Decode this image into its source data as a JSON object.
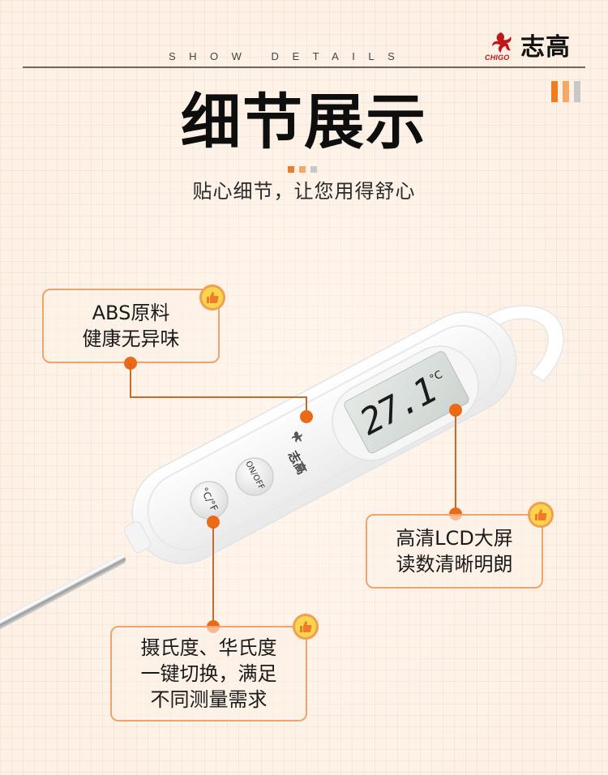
{
  "header": {
    "tagline": "SHOW DETAILS",
    "brand": {
      "name_cn": "志高",
      "name_en": "CHIGO",
      "mark_color": "#c0171c"
    },
    "deco_bar_colors": [
      "#ef7c22",
      "#f5a766",
      "#c8c8c8"
    ]
  },
  "hero": {
    "title": "细节展示",
    "dot_colors": [
      "#ef7c22",
      "#f5a766",
      "#c8c8c8"
    ],
    "subtitle": "贴心细节，让您用得舒心"
  },
  "product": {
    "display_reading": "27.1",
    "display_unit": "°C",
    "button_unit_label": "°C/°F",
    "button_power_label": "ON/OFF",
    "body_brand_cn": "志高"
  },
  "callouts": [
    {
      "id": "material",
      "lines": [
        "ABS原料",
        "健康无异味"
      ],
      "icon": "thumbs-up-icon"
    },
    {
      "id": "lcd",
      "lines": [
        "高清LCD大屏",
        "读数清晰明朗"
      ],
      "icon": "thumbs-up-icon"
    },
    {
      "id": "unit-switch",
      "lines": [
        "摄氏度、华氏度",
        "一键切换，满足",
        "不同测量需求"
      ],
      "icon": "thumbs-up-icon"
    }
  ],
  "colors": {
    "accent": "#ea6a18",
    "callout_border": "#eea46e",
    "thumb_fill": "#f9d44e",
    "background": "#fdf1e6"
  }
}
